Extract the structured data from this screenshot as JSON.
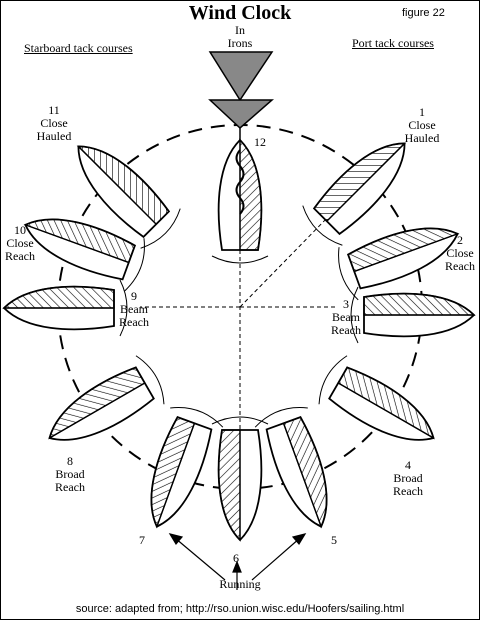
{
  "title": "Wind Clock",
  "figure_label": "figure 22",
  "starboard_heading": "Starboard tack courses",
  "port_heading": "Port tack courses",
  "wind_label": [
    "In",
    "Irons"
  ],
  "positions": [
    {
      "number": "12",
      "lines": []
    },
    {
      "number": "1",
      "lines": [
        "Close",
        "Hauled"
      ]
    },
    {
      "number": "2",
      "lines": [
        "Close",
        "Reach"
      ]
    },
    {
      "number": "3",
      "lines": [
        "Beam",
        "Reach"
      ]
    },
    {
      "number": "4",
      "lines": [
        "Broad",
        "Reach"
      ]
    },
    {
      "number": "5",
      "lines": []
    },
    {
      "number": "6",
      "lines": []
    },
    {
      "number": "7",
      "lines": []
    },
    {
      "number": "8",
      "lines": [
        "Broad",
        "Reach"
      ]
    },
    {
      "number": "9",
      "lines": [
        "Beam",
        "Reach"
      ]
    },
    {
      "number": "10",
      "lines": [
        "Close",
        "Reach"
      ]
    },
    {
      "number": "11",
      "lines": [
        "Close",
        "Hauled"
      ]
    }
  ],
  "running_label": "Running",
  "source": "source: adapted from; http://rso.union.wisc.edu/Hoofers/sailing.html"
}
